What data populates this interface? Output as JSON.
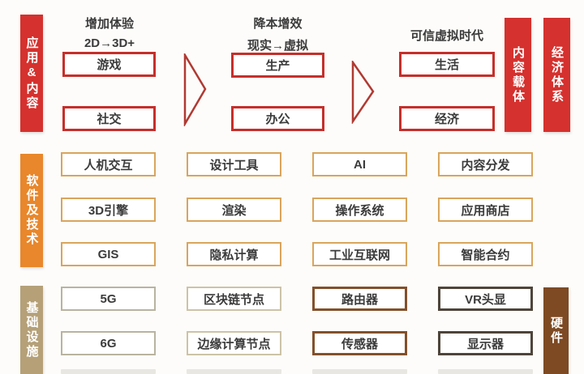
{
  "diagram_title": "metaverse-technology-stack",
  "palette": {
    "red_bar": "#d5312e",
    "red_border": "#c62f2b",
    "orange_bar": "#e8872b",
    "soft_border": "#d9a55c",
    "tan_bar": "#b5a078",
    "infra_gray_border": "#b9b3a0",
    "infra_tan_border": "#cdc3a6",
    "infra_brown_border": "#83502a",
    "hardware_bar": "#7d4a23",
    "infra_dark_border": "#4e443a",
    "arrow": "#b03a32",
    "text": "#3b3b3b"
  },
  "side_bars": {
    "app_content": "应用&内容",
    "software_tech": "软件及技术",
    "infrastructure": "基础设施",
    "content_carrier": "内容载体",
    "economic_system": "经济体系",
    "hardware": "硬件"
  },
  "top": {
    "groups": [
      {
        "header": "增加体验",
        "subheader": "2D→3D+",
        "boxes": [
          "游戏",
          "社交"
        ]
      },
      {
        "header": "降本增效",
        "subheader": "现实→虚拟",
        "boxes": [
          "生产",
          "办公"
        ]
      },
      {
        "header": "可信虚拟时代",
        "subheader": "",
        "boxes": [
          "生活",
          "经济"
        ]
      }
    ]
  },
  "software": {
    "columns": [
      {
        "items": [
          "人机交互",
          "3D引擎",
          "GIS"
        ]
      },
      {
        "items": [
          "设计工具",
          "渲染",
          "隐私计算"
        ]
      },
      {
        "items": [
          "AI",
          "操作系统",
          "工业互联网"
        ]
      },
      {
        "items": [
          "内容分发",
          "应用商店",
          "智能合约"
        ]
      }
    ]
  },
  "infrastructure": {
    "columns": [
      {
        "items": [
          "5G",
          "6G"
        ]
      },
      {
        "items": [
          "区块链节点",
          "边缘计算节点"
        ]
      },
      {
        "items": [
          "路由器",
          "传感器"
        ]
      },
      {
        "items": [
          "VR头显",
          "显示器"
        ]
      }
    ]
  }
}
